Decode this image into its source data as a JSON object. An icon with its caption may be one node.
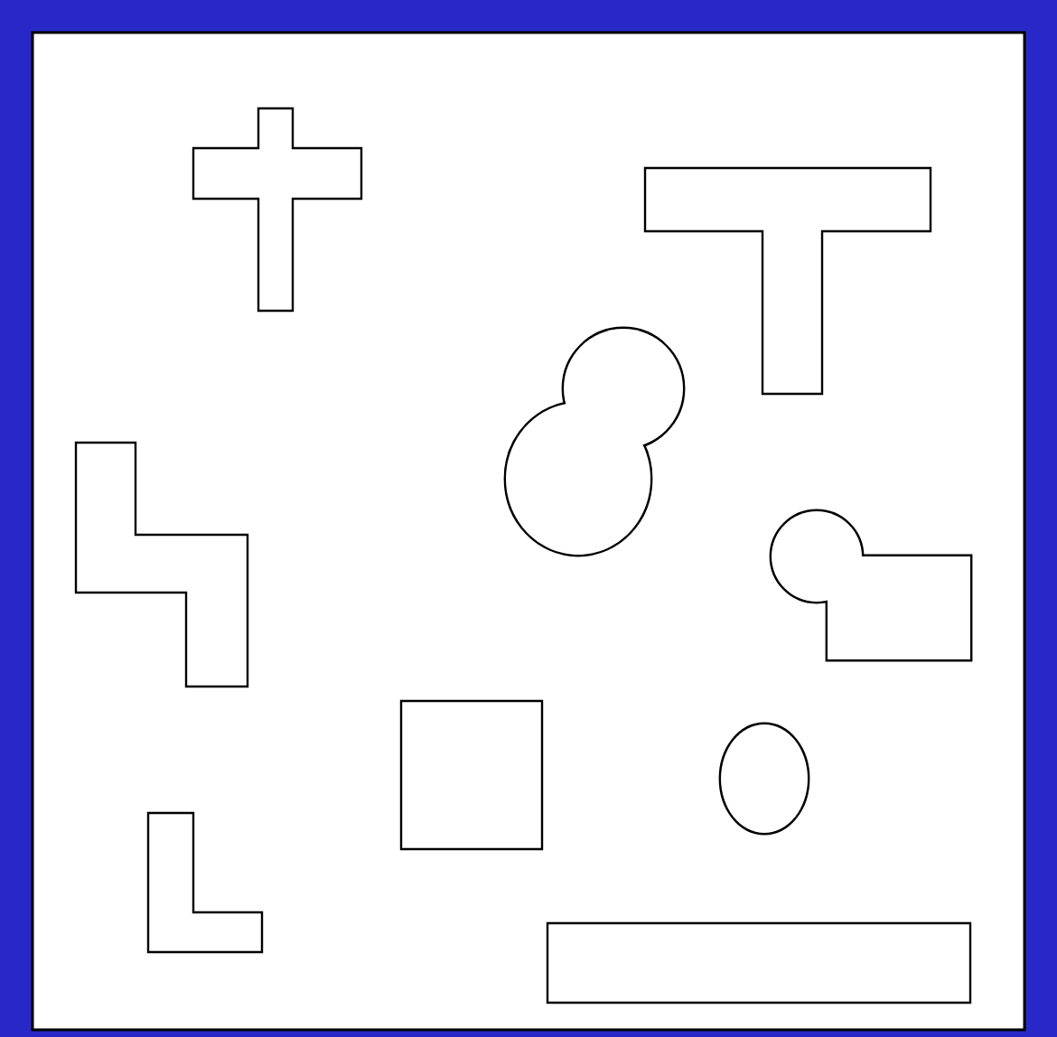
{
  "diagram": {
    "nodes": [
      {
        "text": [],
        "shape": "cross"
      },
      {
        "text": [],
        "shape": "tee"
      },
      {
        "text": [],
        "shape": "blob"
      },
      {
        "text": [],
        "shape": "step"
      },
      {
        "text": [],
        "shape": "keyhole"
      },
      {
        "text": [],
        "shape": "box"
      },
      {
        "text": [],
        "shape": "circle"
      },
      {
        "text": [],
        "shape": "ell"
      },
      {
        "text": [],
        "shape": "bar"
      }
    ]
  }
}
